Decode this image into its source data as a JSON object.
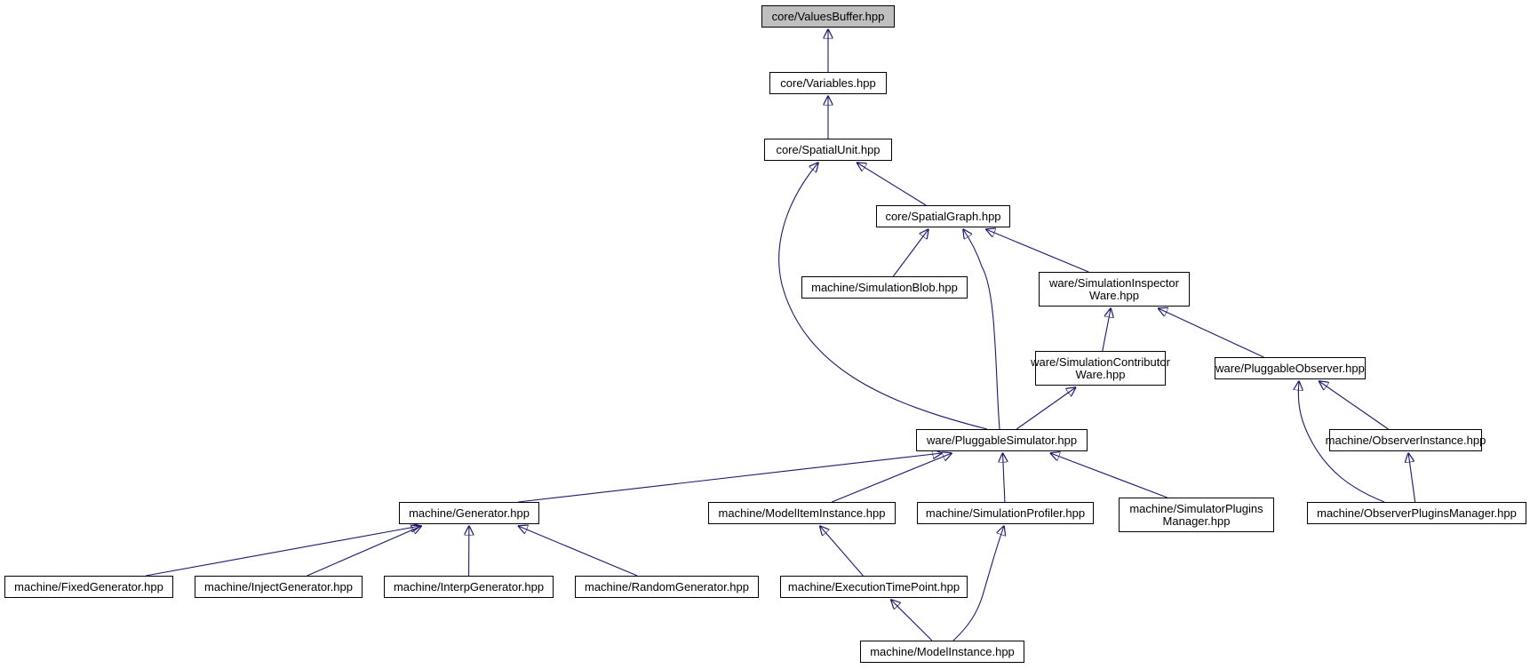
{
  "graph": {
    "edge_color": "#191970",
    "root_fill": "#bfbfbf",
    "node_fill": "#ffffff",
    "nodes": [
      {
        "id": "values_buffer",
        "lines": [
          "core/ValuesBuffer.hpp"
        ]
      },
      {
        "id": "variables",
        "lines": [
          "core/Variables.hpp"
        ]
      },
      {
        "id": "spatial_unit",
        "lines": [
          "core/SpatialUnit.hpp"
        ]
      },
      {
        "id": "spatial_graph",
        "lines": [
          "core/SpatialGraph.hpp"
        ]
      },
      {
        "id": "simulation_blob",
        "lines": [
          "machine/SimulationBlob.hpp"
        ]
      },
      {
        "id": "simulation_inspector_ware",
        "lines": [
          "ware/SimulationInspector",
          "Ware.hpp"
        ]
      },
      {
        "id": "simulation_contributor_ware",
        "lines": [
          "ware/SimulationContributor",
          "Ware.hpp"
        ]
      },
      {
        "id": "pluggable_observer",
        "lines": [
          "ware/PluggableObserver.hpp"
        ]
      },
      {
        "id": "pluggable_simulator",
        "lines": [
          "ware/PluggableSimulator.hpp"
        ]
      },
      {
        "id": "observer_instance",
        "lines": [
          "machine/ObserverInstance.hpp"
        ]
      },
      {
        "id": "generator",
        "lines": [
          "machine/Generator.hpp"
        ]
      },
      {
        "id": "model_item_instance",
        "lines": [
          "machine/ModelItemInstance.hpp"
        ]
      },
      {
        "id": "simulation_profiler",
        "lines": [
          "machine/SimulationProfiler.hpp"
        ]
      },
      {
        "id": "simulator_plugins_manager",
        "lines": [
          "machine/SimulatorPlugins",
          "Manager.hpp"
        ]
      },
      {
        "id": "observer_plugins_manager",
        "lines": [
          "machine/ObserverPluginsManager.hpp"
        ]
      },
      {
        "id": "fixed_generator",
        "lines": [
          "machine/FixedGenerator.hpp"
        ]
      },
      {
        "id": "inject_generator",
        "lines": [
          "machine/InjectGenerator.hpp"
        ]
      },
      {
        "id": "interp_generator",
        "lines": [
          "machine/InterpGenerator.hpp"
        ]
      },
      {
        "id": "random_generator",
        "lines": [
          "machine/RandomGenerator.hpp"
        ]
      },
      {
        "id": "execution_time_point",
        "lines": [
          "machine/ExecutionTimePoint.hpp"
        ]
      },
      {
        "id": "model_instance",
        "lines": [
          "machine/ModelInstance.hpp"
        ]
      }
    ],
    "edges": [
      {
        "from": "variables",
        "to": "values_buffer"
      },
      {
        "from": "spatial_unit",
        "to": "variables"
      },
      {
        "from": "spatial_graph",
        "to": "spatial_unit"
      },
      {
        "from": "pluggable_simulator",
        "to": "spatial_unit"
      },
      {
        "from": "simulation_blob",
        "to": "spatial_graph"
      },
      {
        "from": "pluggable_simulator",
        "to": "spatial_graph"
      },
      {
        "from": "simulation_inspector_ware",
        "to": "spatial_graph"
      },
      {
        "from": "simulation_contributor_ware",
        "to": "simulation_inspector_ware"
      },
      {
        "from": "pluggable_observer",
        "to": "simulation_inspector_ware"
      },
      {
        "from": "pluggable_simulator",
        "to": "simulation_contributor_ware"
      },
      {
        "from": "observer_instance",
        "to": "pluggable_observer"
      },
      {
        "from": "observer_plugins_manager",
        "to": "pluggable_observer"
      },
      {
        "from": "observer_plugins_manager",
        "to": "observer_instance"
      },
      {
        "from": "generator",
        "to": "pluggable_simulator"
      },
      {
        "from": "model_item_instance",
        "to": "pluggable_simulator"
      },
      {
        "from": "simulation_profiler",
        "to": "pluggable_simulator"
      },
      {
        "from": "simulator_plugins_manager",
        "to": "pluggable_simulator"
      },
      {
        "from": "fixed_generator",
        "to": "generator"
      },
      {
        "from": "inject_generator",
        "to": "generator"
      },
      {
        "from": "interp_generator",
        "to": "generator"
      },
      {
        "from": "random_generator",
        "to": "generator"
      },
      {
        "from": "execution_time_point",
        "to": "model_item_instance"
      },
      {
        "from": "model_instance",
        "to": "execution_time_point"
      },
      {
        "from": "model_instance",
        "to": "simulation_profiler"
      }
    ]
  }
}
